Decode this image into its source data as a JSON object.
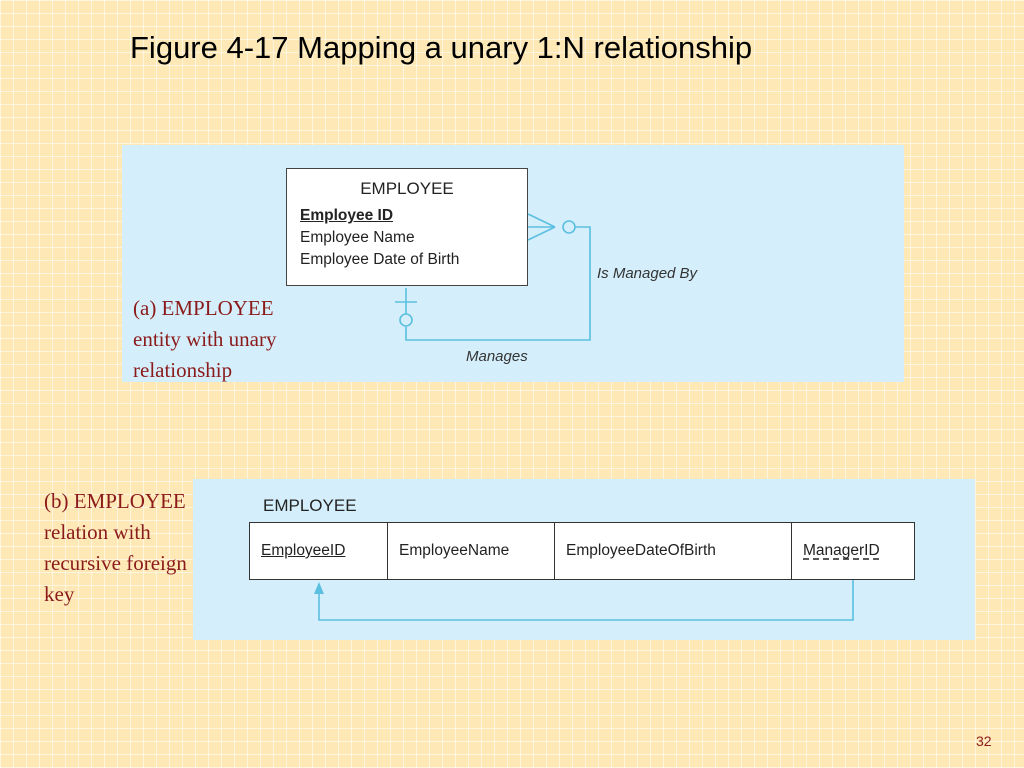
{
  "title": "Figure 4-17 Mapping a unary 1:N relationship",
  "part_a": {
    "caption": "(a) EMPLOYEE entity with unary relationship",
    "entity": {
      "name": "EMPLOYEE",
      "attributes": [
        "Employee ID",
        "Employee Name",
        "Employee Date of Birth"
      ],
      "primary_key": "Employee ID"
    },
    "relationship": {
      "forward_label": "Is Managed By",
      "reverse_label": "Manages"
    }
  },
  "part_b": {
    "caption": "(b) EMPLOYEE relation with recursive foreign key",
    "relation": {
      "name": "EMPLOYEE",
      "columns": [
        "EmployeeID",
        "EmployeeName",
        "EmployeeDateOfBirth",
        "ManagerID"
      ],
      "primary_key": "EmployeeID",
      "foreign_key": "ManagerID"
    }
  },
  "page_number": "32",
  "colors": {
    "background": "#fde8b6",
    "panel": "#d4effb",
    "connector": "#5bbfe0",
    "caption_text": "#8b1a1a"
  }
}
